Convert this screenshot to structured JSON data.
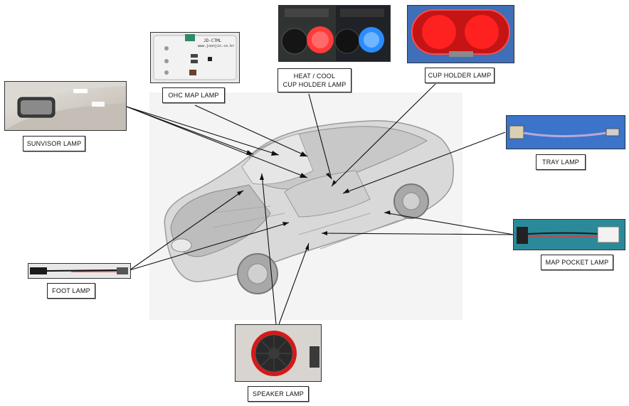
{
  "labels": {
    "sunvisor": "SUNVISOR LAMP",
    "ohc_map": "OHC MAP LAMP",
    "heat_cool_line1": "HEAT / COOL",
    "heat_cool_line2": "CUP HOLDER LAMP",
    "cup_holder": "CUP HOLDER LAMP",
    "tray": "TRAY LAMP",
    "map_pocket": "MAP POCKET LAMP",
    "foot": "FOOT LAMP",
    "speaker": "SPEAKER LAMP"
  },
  "pcb_text": {
    "line1": "JD-CTML",
    "line2": "www.joonjin.co.kr"
  },
  "colors": {
    "red_glow": "#ff2a2a",
    "blue_glow": "#2a8cff",
    "photo_blue": "#3b74c9",
    "teal_bg": "#2a8a9a"
  }
}
